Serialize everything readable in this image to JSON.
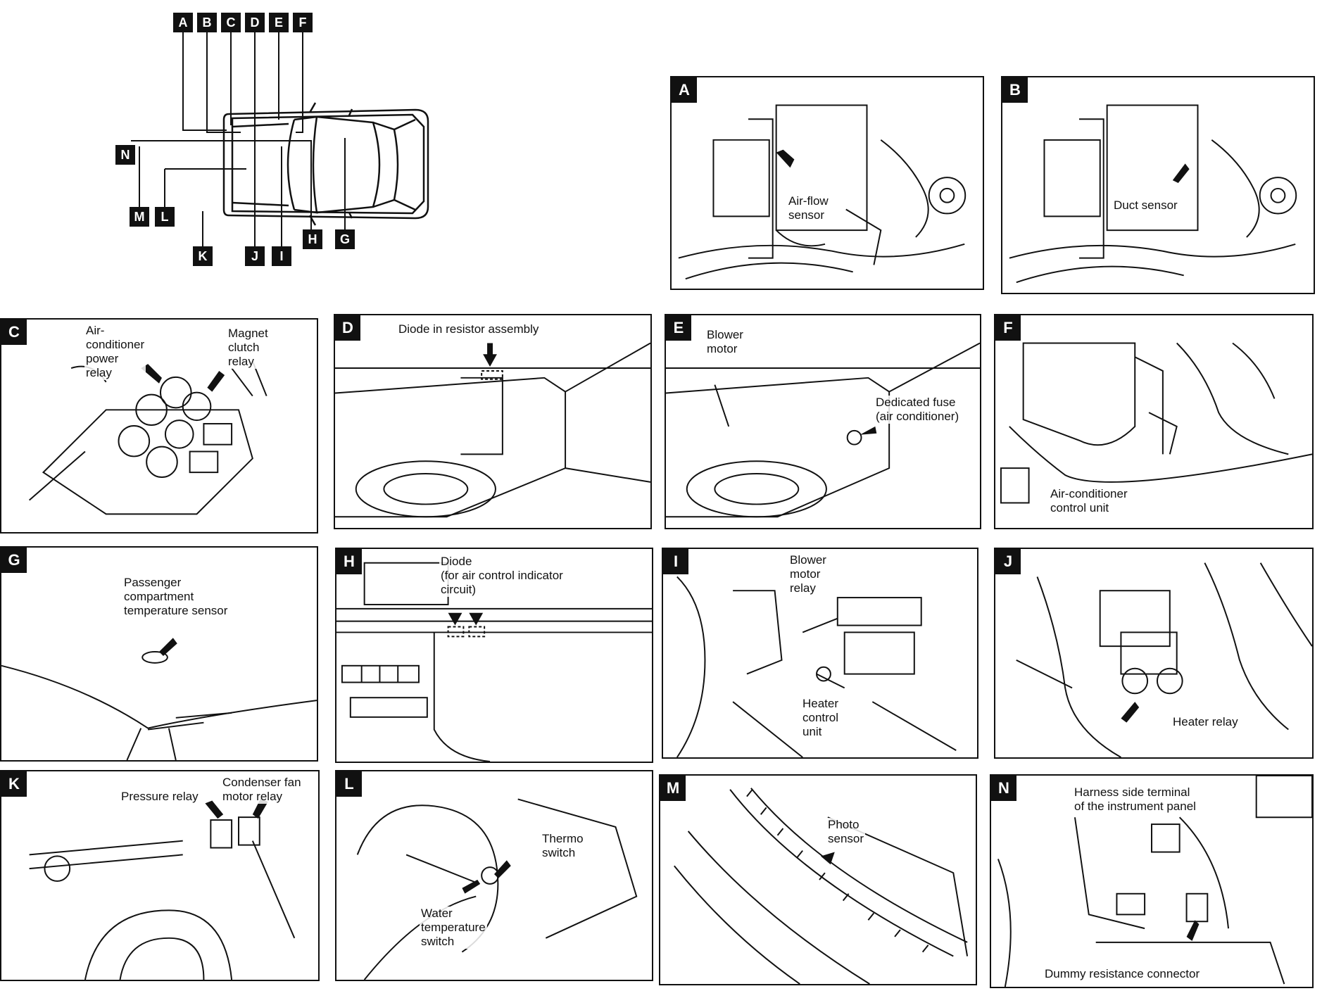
{
  "overview": {
    "key_labels": [
      "A",
      "B",
      "C",
      "D",
      "E",
      "F",
      "G",
      "H",
      "I",
      "J",
      "K",
      "L",
      "M",
      "N"
    ]
  },
  "panels": [
    {
      "id": "A",
      "captions": [
        "Air-flow\nsensor"
      ]
    },
    {
      "id": "B",
      "captions": [
        "Duct sensor"
      ]
    },
    {
      "id": "C",
      "captions": [
        "Air-\nconditioner\npower\nrelay",
        "Magnet\nclutch\nrelay"
      ]
    },
    {
      "id": "D",
      "captions": [
        "Diode in resistor assembly"
      ]
    },
    {
      "id": "E",
      "captions": [
        "Blower\nmotor",
        "Dedicated fuse\n(air conditioner)"
      ]
    },
    {
      "id": "F",
      "captions": [
        "Air-conditioner\ncontrol unit"
      ]
    },
    {
      "id": "G",
      "captions": [
        "Passenger\ncompartment\ntemperature sensor"
      ]
    },
    {
      "id": "H",
      "captions": [
        "Diode\n(for air control indicator\ncircuit)"
      ]
    },
    {
      "id": "I",
      "captions": [
        "Blower\nmotor\nrelay",
        "Heater\ncontrol\nunit"
      ]
    },
    {
      "id": "J",
      "captions": [
        "Heater relay"
      ]
    },
    {
      "id": "K",
      "captions": [
        "Pressure relay",
        "Condenser fan\nmotor relay"
      ]
    },
    {
      "id": "L",
      "captions": [
        "Thermo\nswitch",
        "Water\ntemperature\nswitch"
      ]
    },
    {
      "id": "M",
      "captions": [
        "Photo\nsensor"
      ]
    },
    {
      "id": "N",
      "captions": [
        "Harness side terminal\nof the instrument panel",
        "Dummy resistance connector"
      ]
    }
  ]
}
